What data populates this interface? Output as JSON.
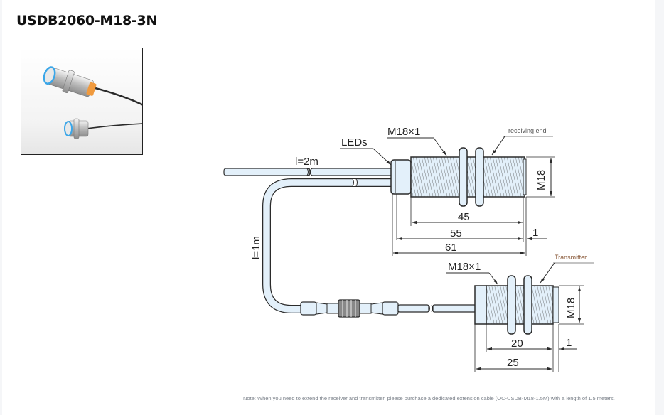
{
  "product": {
    "title": "USDB2060-M18-3N",
    "photo_alt": "Ultrasonic through-beam sensor pair (receiver and transmitter)"
  },
  "drawing": {
    "receiver": {
      "label": "receiving end",
      "thread": "M18×1",
      "leds_label": "LEDs",
      "diameter": "M18",
      "cable_length": "l=2m",
      "dim_threaded": "45",
      "dim_body": "55",
      "dim_total": "61",
      "dim_lip": "1"
    },
    "transmitter": {
      "label": "Transmitter",
      "thread": "M18×1",
      "diameter": "M18",
      "dim_threaded": "20",
      "dim_total": "25",
      "dim_lip": "1"
    },
    "extension_cable_length": "l=1m"
  },
  "colors": {
    "body_fill": "#e3f0fa",
    "line": "#2b2b2b",
    "transmitter_label": "#8a5a3a",
    "receiver_label": "#555555"
  },
  "note": "Note: When you need to extend the receiver and transmitter, please purchase a dedicated extension cable (OC-USDB-M18-1.5M) with a length of 1.5 meters."
}
